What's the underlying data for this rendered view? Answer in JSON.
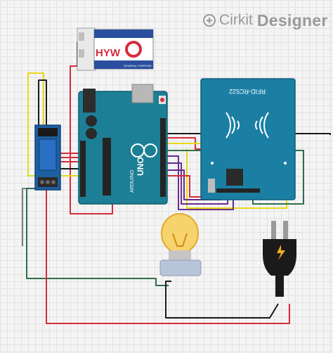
{
  "branding": {
    "name_part1": "Cirkit",
    "name_part2": "Designer"
  },
  "components": {
    "battery": {
      "brand": "HYW",
      "type_label": "GENERAL PURPOSE",
      "icon": "battery-9v-icon"
    },
    "arduino": {
      "model": "UNO",
      "name": "ARDUINO",
      "icon": "arduino-board-icon"
    },
    "rfid": {
      "model": "RFID-RC522",
      "icon": "rfid-module-icon"
    },
    "relay": {
      "icon": "relay-module-icon"
    },
    "lamp": {
      "icon": "light-bulb-icon"
    },
    "plug": {
      "icon": "power-plug-icon"
    }
  },
  "colors": {
    "arduino": "#1d7f95",
    "rfid": "#1b7fa4",
    "relay": "#1d5fa0",
    "wire_red": "#d62b3b",
    "wire_black": "#1a1a1a",
    "wire_yellow": "#e8d81a",
    "wire_green": "#2f6e4a",
    "wire_purple": "#6a2c91",
    "wire_gray": "#7c7c7c"
  }
}
